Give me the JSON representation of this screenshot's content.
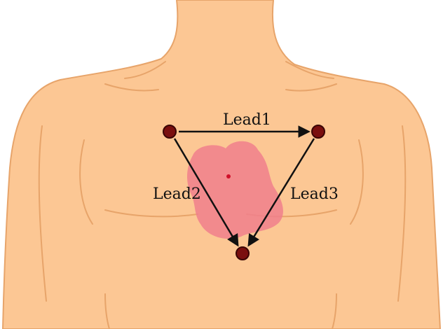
{
  "diagram": {
    "leads": [
      {
        "label": "Lead1"
      },
      {
        "label": "Lead2"
      },
      {
        "label": "Lead3"
      }
    ]
  },
  "colors": {
    "skin": "#fcc794",
    "skin_outline": "#e7a46a",
    "heart": "#f07f8c",
    "heart_center": "#d0102a",
    "electrode_fill": "#7a0f0f",
    "electrode_stroke": "#3a0505",
    "arrow": "#111111"
  }
}
